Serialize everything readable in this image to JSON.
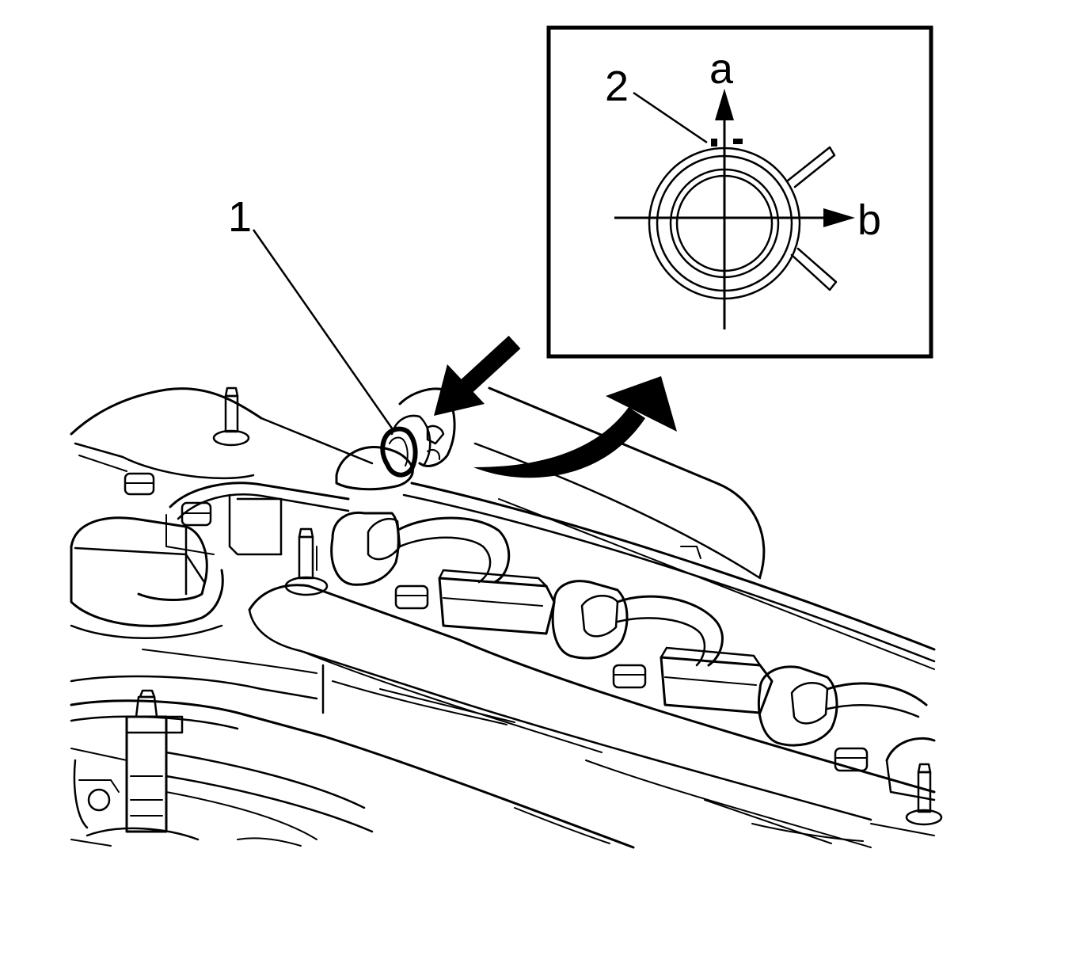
{
  "callouts": {
    "part_1": "1",
    "part_2": "2",
    "axis_a": "a",
    "axis_b": "b"
  },
  "colors": {
    "line": "#000000",
    "background": "#ffffff"
  }
}
